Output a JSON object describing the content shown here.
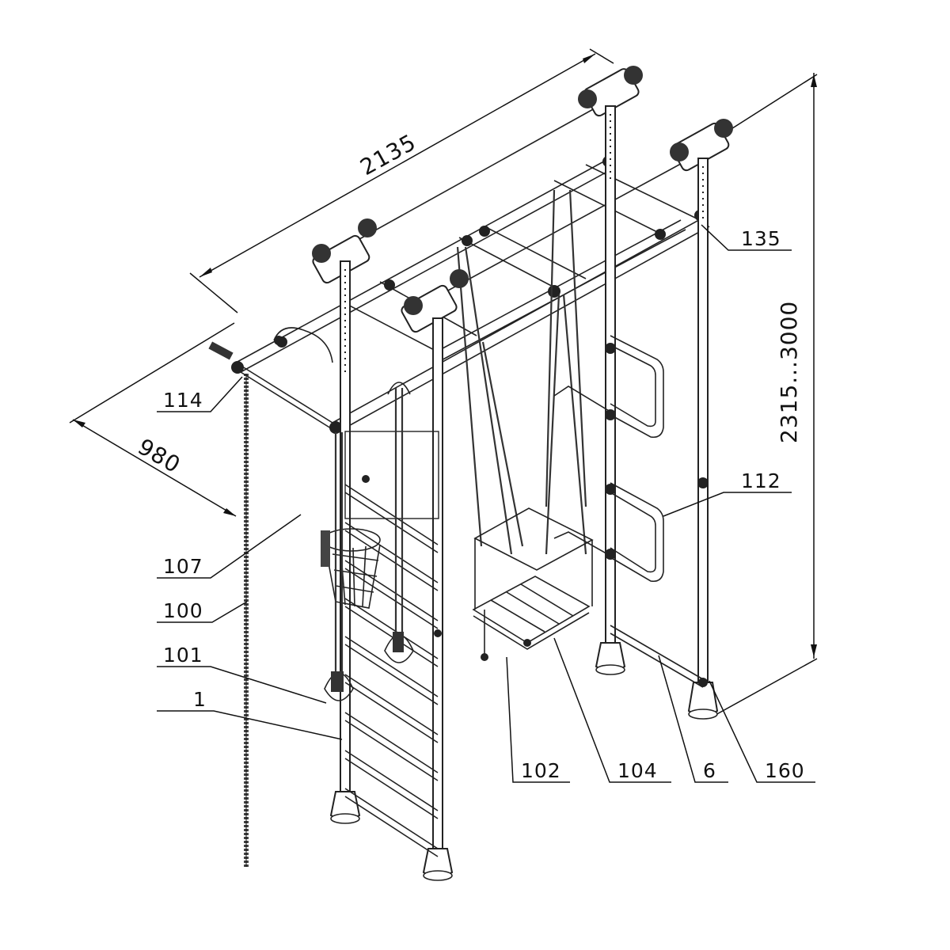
{
  "dimensions": {
    "width": "2135",
    "depth": "980",
    "height": "2315...3000"
  },
  "callouts": [
    {
      "id": "114",
      "text": "114"
    },
    {
      "id": "107",
      "text": "107"
    },
    {
      "id": "100",
      "text": "100"
    },
    {
      "id": "101",
      "text": "101"
    },
    {
      "id": "1",
      "text": "1"
    },
    {
      "id": "135",
      "text": "135"
    },
    {
      "id": "112",
      "text": "112"
    },
    {
      "id": "102",
      "text": "102"
    },
    {
      "id": "104",
      "text": "104"
    },
    {
      "id": "6",
      "text": "6"
    },
    {
      "id": "160",
      "text": "160"
    }
  ]
}
